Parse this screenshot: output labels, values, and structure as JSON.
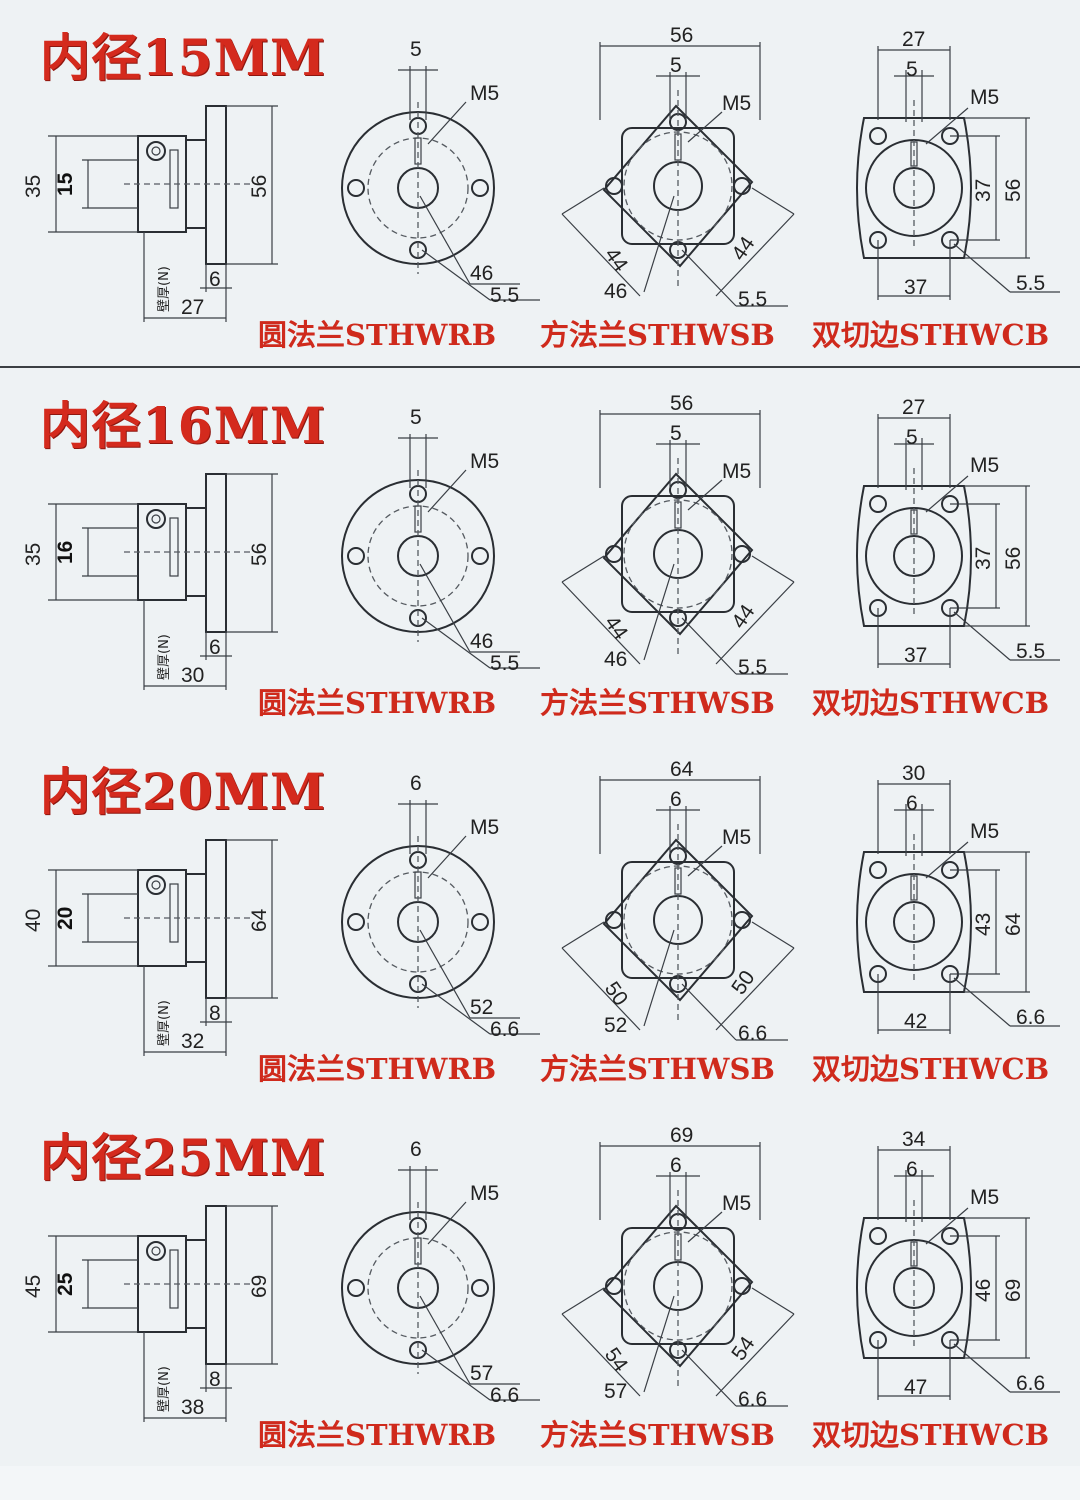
{
  "panels": [
    {
      "title": "内径15MM",
      "side": {
        "outer": "35",
        "bore": "15",
        "height": "56",
        "flange": "6",
        "length": "27",
        "wall": "壁厚(N)"
      },
      "round": {
        "slot": "5",
        "screw": "M5",
        "pcd": "46",
        "hole": "5.5",
        "caption": "圆法兰STHWRB"
      },
      "square": {
        "width": "56",
        "slot": "5",
        "screw": "M5",
        "diag_left": "44",
        "diag_right": "44",
        "pcd": "46",
        "hole": "5.5",
        "caption": "方法兰STHWSB"
      },
      "cut": {
        "width": "27",
        "slot": "5",
        "screw": "M5",
        "inner": "37",
        "height": "56",
        "bottom": "37",
        "hole": "5.5",
        "caption": "双切边STHWCB"
      }
    },
    {
      "title": "内径16MM",
      "side": {
        "outer": "35",
        "bore": "16",
        "height": "56",
        "flange": "6",
        "length": "30",
        "wall": "壁厚(N)"
      },
      "round": {
        "slot": "5",
        "screw": "M5",
        "pcd": "46",
        "hole": "5.5",
        "caption": "圆法兰STHWRB"
      },
      "square": {
        "width": "56",
        "slot": "5",
        "screw": "M5",
        "diag_left": "44",
        "diag_right": "44",
        "pcd": "46",
        "hole": "5.5",
        "caption": "方法兰STHWSB"
      },
      "cut": {
        "width": "27",
        "slot": "5",
        "screw": "M5",
        "inner": "37",
        "height": "56",
        "bottom": "37",
        "hole": "5.5",
        "caption": "双切边STHWCB"
      }
    },
    {
      "title": "内径20MM",
      "side": {
        "outer": "40",
        "bore": "20",
        "height": "64",
        "flange": "8",
        "length": "32",
        "wall": "壁厚(N)"
      },
      "round": {
        "slot": "6",
        "screw": "M5",
        "pcd": "52",
        "hole": "6.6",
        "caption": "圆法兰STHWRB"
      },
      "square": {
        "width": "64",
        "slot": "6",
        "screw": "M5",
        "diag_left": "50",
        "diag_right": "50",
        "pcd": "52",
        "hole": "6.6",
        "caption": "方法兰STHWSB"
      },
      "cut": {
        "width": "30",
        "slot": "6",
        "screw": "M5",
        "inner": "43",
        "height": "64",
        "bottom": "42",
        "hole": "6.6",
        "caption": "双切边STHWCB"
      }
    },
    {
      "title": "内径25MM",
      "side": {
        "outer": "45",
        "bore": "25",
        "height": "69",
        "flange": "8",
        "length": "38",
        "wall": "壁厚(N)"
      },
      "round": {
        "slot": "6",
        "screw": "M5",
        "pcd": "57",
        "hole": "6.6",
        "caption": "圆法兰STHWRB"
      },
      "square": {
        "width": "69",
        "slot": "6",
        "screw": "M5",
        "diag_left": "54",
        "diag_right": "54",
        "pcd": "57",
        "hole": "6.6",
        "caption": "方法兰STHWSB"
      },
      "cut": {
        "width": "34",
        "slot": "6",
        "screw": "M5",
        "inner": "46",
        "height": "69",
        "bottom": "47",
        "hole": "6.6",
        "caption": "双切边STHWCB"
      }
    }
  ]
}
